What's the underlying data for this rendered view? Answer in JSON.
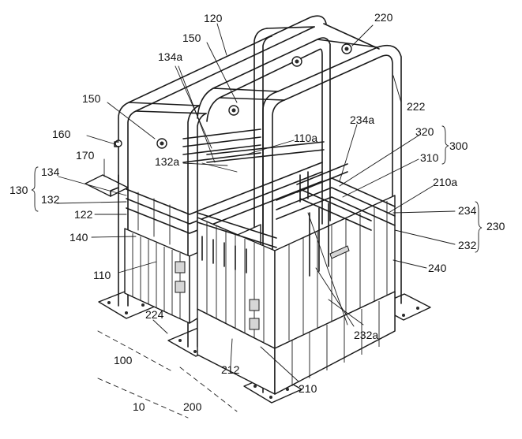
{
  "figure": {
    "labels": {
      "l120": "120",
      "l150a": "150",
      "l220": "220",
      "l134a": "134a",
      "l222": "222",
      "l150b": "150",
      "l234a": "234a",
      "l160": "160",
      "l132a": "132a",
      "l110a": "110a",
      "l320": "320",
      "l300": "300",
      "l170": "170",
      "l310": "310",
      "l134": "134",
      "l210a": "210a",
      "l130": "130",
      "l132": "132",
      "l234": "234",
      "l230": "230",
      "l122": "122",
      "l140": "140",
      "l232": "232",
      "l110": "110",
      "l240": "240",
      "l224": "224",
      "l232a": "232a",
      "l100": "100",
      "l212": "212",
      "l210": "210",
      "l10": "10",
      "l200": "200"
    }
  }
}
